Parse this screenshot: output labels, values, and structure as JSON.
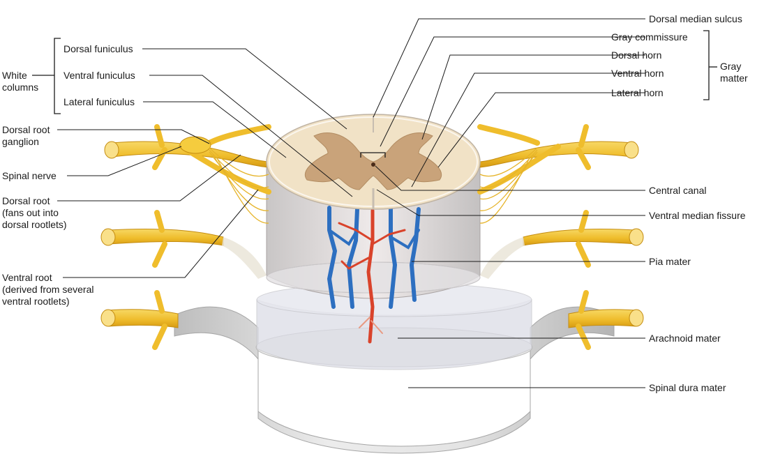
{
  "labels": {
    "white_columns": "White\ncolumns",
    "dorsal_funiculus": "Dorsal funiculus",
    "ventral_funiculus": "Ventral funiculus",
    "lateral_funiculus": "Lateral funiculus",
    "dorsal_root_ganglion": "Dorsal root\nganglion",
    "spinal_nerve": "Spinal nerve",
    "dorsal_root": "Dorsal root\n(fans out into\ndorsal rootlets)",
    "ventral_root": "Ventral root\n(derived from several\nventral rootlets)",
    "dorsal_median_sulcus": "Dorsal median sulcus",
    "gray_commissure": "Gray commissure",
    "dorsal_horn": "Dorsal horn",
    "ventral_horn": "Ventral horn",
    "lateral_horn": "Lateral horn",
    "gray_matter": "Gray\nmatter",
    "central_canal": "Central canal",
    "ventral_median_fissure": "Ventral median fissure",
    "pia_mater": "Pia mater",
    "arachnoid_mater": "Arachnoid mater",
    "spinal_dura_mater": "Spinal dura mater"
  },
  "colors": {
    "nerve": "#f2c233",
    "nerve_shadow": "#d89e12",
    "gray_matter": "#c9a37a",
    "white_matter": "#f1e2c6",
    "artery": "#d9432b",
    "vein": "#2d6fc0",
    "dura": "#d9d9d9",
    "leader": "#1a1a1a"
  }
}
